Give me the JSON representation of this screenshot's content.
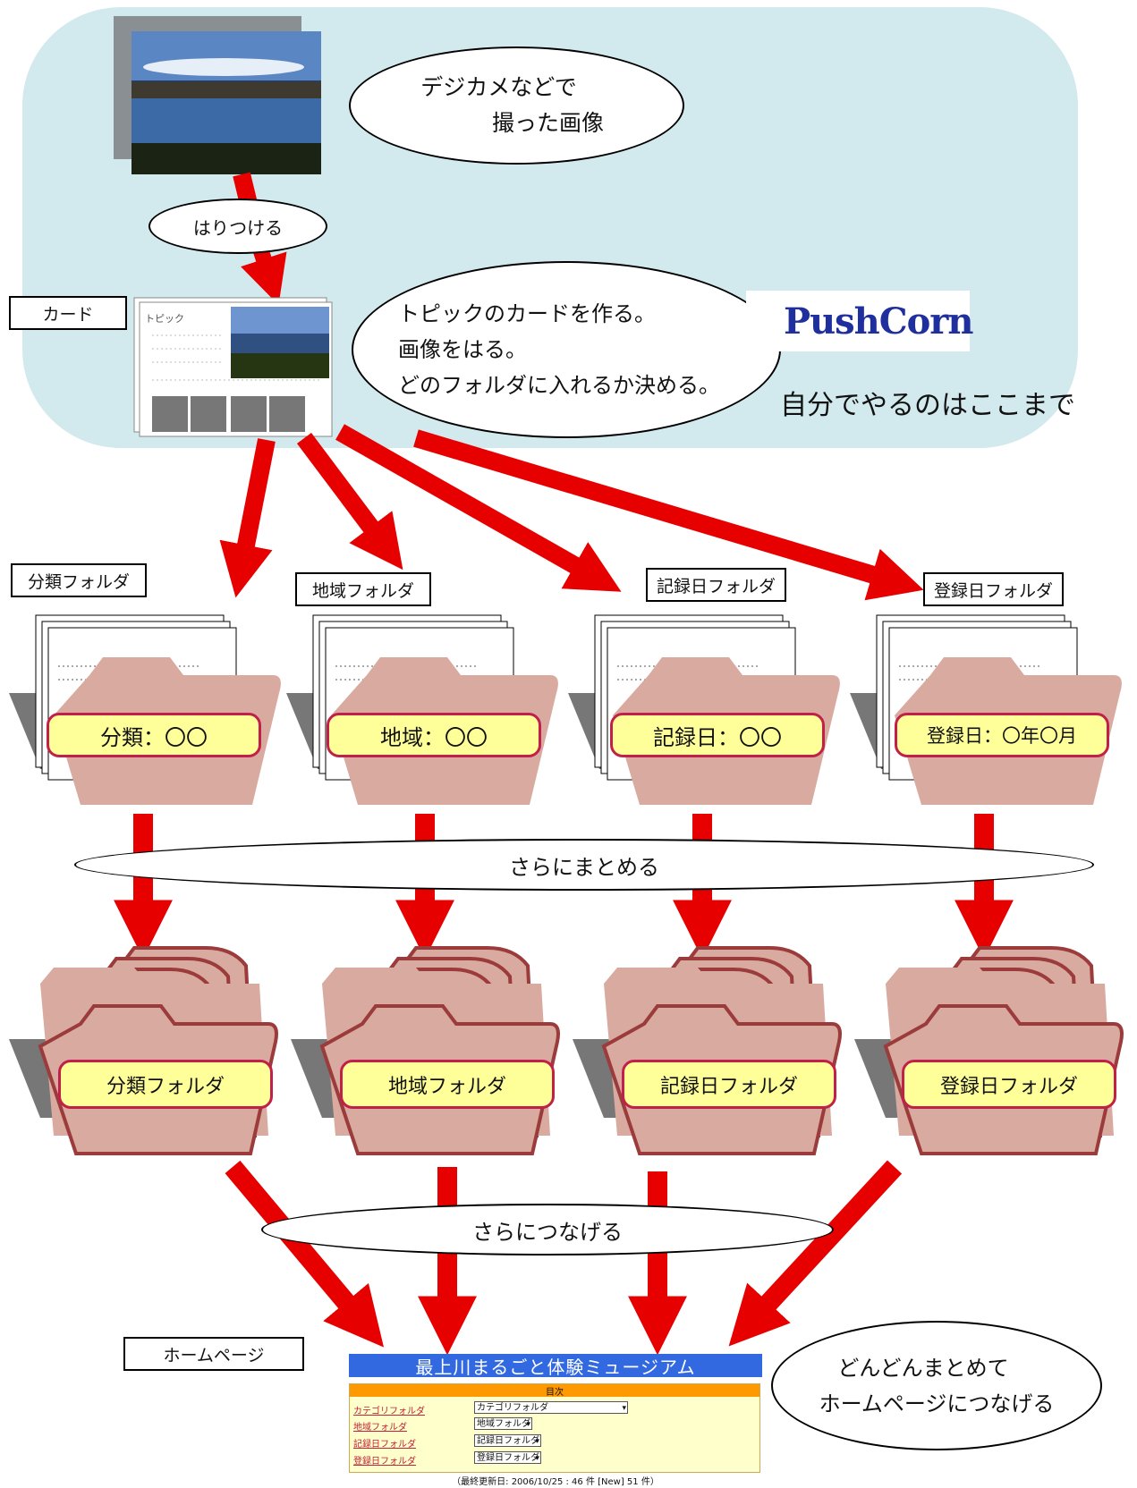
{
  "top_bubbles": {
    "photo_line1": "デジカメなどで",
    "photo_line2": "撮った画像",
    "paste": "はりつける",
    "card_line1": "トピックのカードを作る。",
    "card_line2": "画像をはる。",
    "card_line3": "どのフォルダに入れるか決める。"
  },
  "labels": {
    "card": "カード",
    "card_topic": "トピック",
    "self_note": "自分でやるのはここまで",
    "brand": "PushCorn",
    "home": "ホームページ"
  },
  "folder_headers": [
    "分類フォルダ",
    "地域フォルダ",
    "記録日フォルダ",
    "登録日フォルダ"
  ],
  "folder_tags": [
    "分類：〇〇",
    "地域：〇〇",
    "記録日：〇〇",
    "登録日：〇年〇月"
  ],
  "merge_label": "さらにまとめる",
  "big_folders": [
    "分類フォルダ",
    "地域フォルダ",
    "記録日フォルダ",
    "登録日フォルダ"
  ],
  "connect_label": "さらにつなげる",
  "final_bubble": {
    "line1": "どんどんまとめて",
    "line2": "ホームページにつなげる"
  },
  "homepage": {
    "title": "最上川まるごと体験ミュージアム",
    "table_header": "目次",
    "rows": [
      {
        "link": "カテゴリフォルダ",
        "select": "カテゴリフォルダ"
      },
      {
        "link": "地域フォルダ",
        "select": "地域フォルダ"
      },
      {
        "link": "記録日フォルダ",
        "select": "記録日フォルダ"
      },
      {
        "link": "登録日フォルダ",
        "select": "登録日フォルダ"
      }
    ],
    "footer": "（最終更新日: 2006/10/25 : 46 件 [New] 51 件）"
  },
  "colors": {
    "arrow": "#e60000",
    "blob": "#d2e9ee",
    "folder": "#d9aaa0",
    "folder_dark": "#9b3b3b",
    "tag_fill": "#ffff99",
    "tag_border": "#c0204a"
  }
}
